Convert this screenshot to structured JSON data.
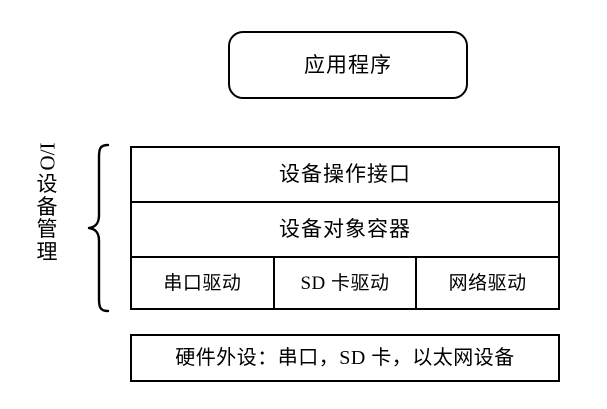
{
  "diagram": {
    "title_box": {
      "label": "应用程序",
      "shape": "rounded-rectangle"
    },
    "side_label": {
      "io_text": "I/O",
      "vertical_text": "设\n备\n管\n理",
      "brace_icon": "curly-brace-icon"
    },
    "layers": [
      {
        "label": "设备操作接口"
      },
      {
        "label": "设备对象容器"
      }
    ],
    "drivers": [
      {
        "label": "串口驱动"
      },
      {
        "label": "SD 卡驱动"
      },
      {
        "label": "网络驱动"
      }
    ],
    "hardware_box": {
      "label": "硬件外设：串口，SD 卡，以太网设备"
    },
    "colors": {
      "stroke": "#000000",
      "background": "#ffffff",
      "text": "#000000"
    }
  }
}
